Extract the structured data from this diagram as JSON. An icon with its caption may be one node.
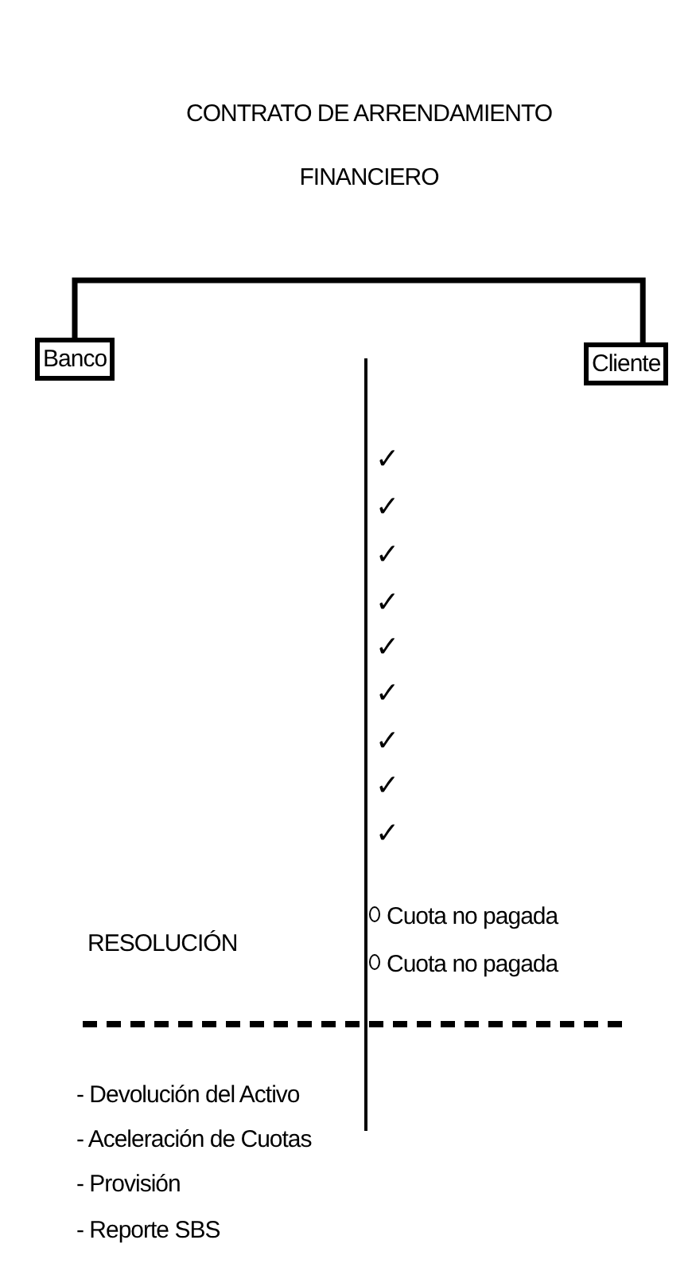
{
  "diagram": {
    "title": "CONTRATO DE ARRENDAMIENTO FINANCIERO",
    "nodes": [
      {
        "text": [
          "Banco"
        ]
      },
      {
        "text": [
          "Cliente"
        ]
      }
    ],
    "edges": [
      {
        "from": 0,
        "to": 1,
        "arrow": "none"
      }
    ],
    "labels": [
      "✓",
      "✓",
      "✓",
      "✓",
      "✓",
      "✓",
      "✓",
      "✓",
      "✓",
      "Cuota no pagada",
      "RESOLUCIÓN",
      "Cuota no pagada",
      "- Devolución del Activo",
      "- Aceleración de Cuotas",
      "- Provisión",
      "- Reporte SBS"
    ]
  }
}
